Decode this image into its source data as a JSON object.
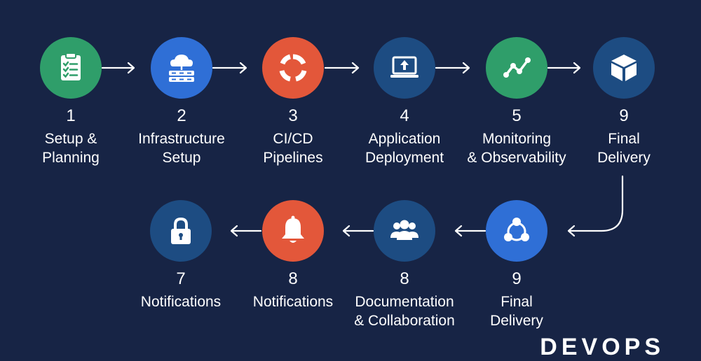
{
  "steps": [
    {
      "number": "1",
      "label_line1": "Setup &",
      "label_line2": "Planning",
      "icon": "clipboard-checklist-icon",
      "color": "#2f9e6a"
    },
    {
      "number": "2",
      "label_line1": "Infrastructure",
      "label_line2": "Setup",
      "icon": "cloud-servers-icon",
      "color": "#2f6fd6"
    },
    {
      "number": "3",
      "label_line1": "CI/CD",
      "label_line2": "Pipelines",
      "icon": "cycle-icon",
      "color": "#e3573a"
    },
    {
      "number": "4",
      "label_line1": "Application",
      "label_line2": "Deployment",
      "icon": "laptop-upload-icon",
      "color": "#1d4c82"
    },
    {
      "number": "5",
      "label_line1": "Monitoring",
      "label_line2": "& Observability",
      "icon": "line-graph-icon",
      "color": "#2f9e6a"
    },
    {
      "number": "9",
      "label_line1": "Final",
      "label_line2": "Delivery",
      "icon": "box-icon",
      "color": "#1d4c82"
    },
    {
      "number": "9",
      "label_line1": "Final",
      "label_line2": "Delivery",
      "icon": "network-nodes-icon",
      "color": "#2f6fd6"
    },
    {
      "number": "8",
      "label_line1": "Documentation",
      "label_line2": "& Collaboration",
      "icon": "team-icon",
      "color": "#1d4c82"
    },
    {
      "number": "8",
      "label_line1": "Notifications",
      "label_line2": "",
      "icon": "bell-icon",
      "color": "#e3573a"
    },
    {
      "number": "7",
      "label_line1": "Notifications",
      "label_line2": "",
      "icon": "padlock-icon",
      "color": "#1d4c82"
    }
  ],
  "colors": {
    "background": "#172445",
    "arrow": "#ffffff",
    "text": "#ffffff"
  }
}
